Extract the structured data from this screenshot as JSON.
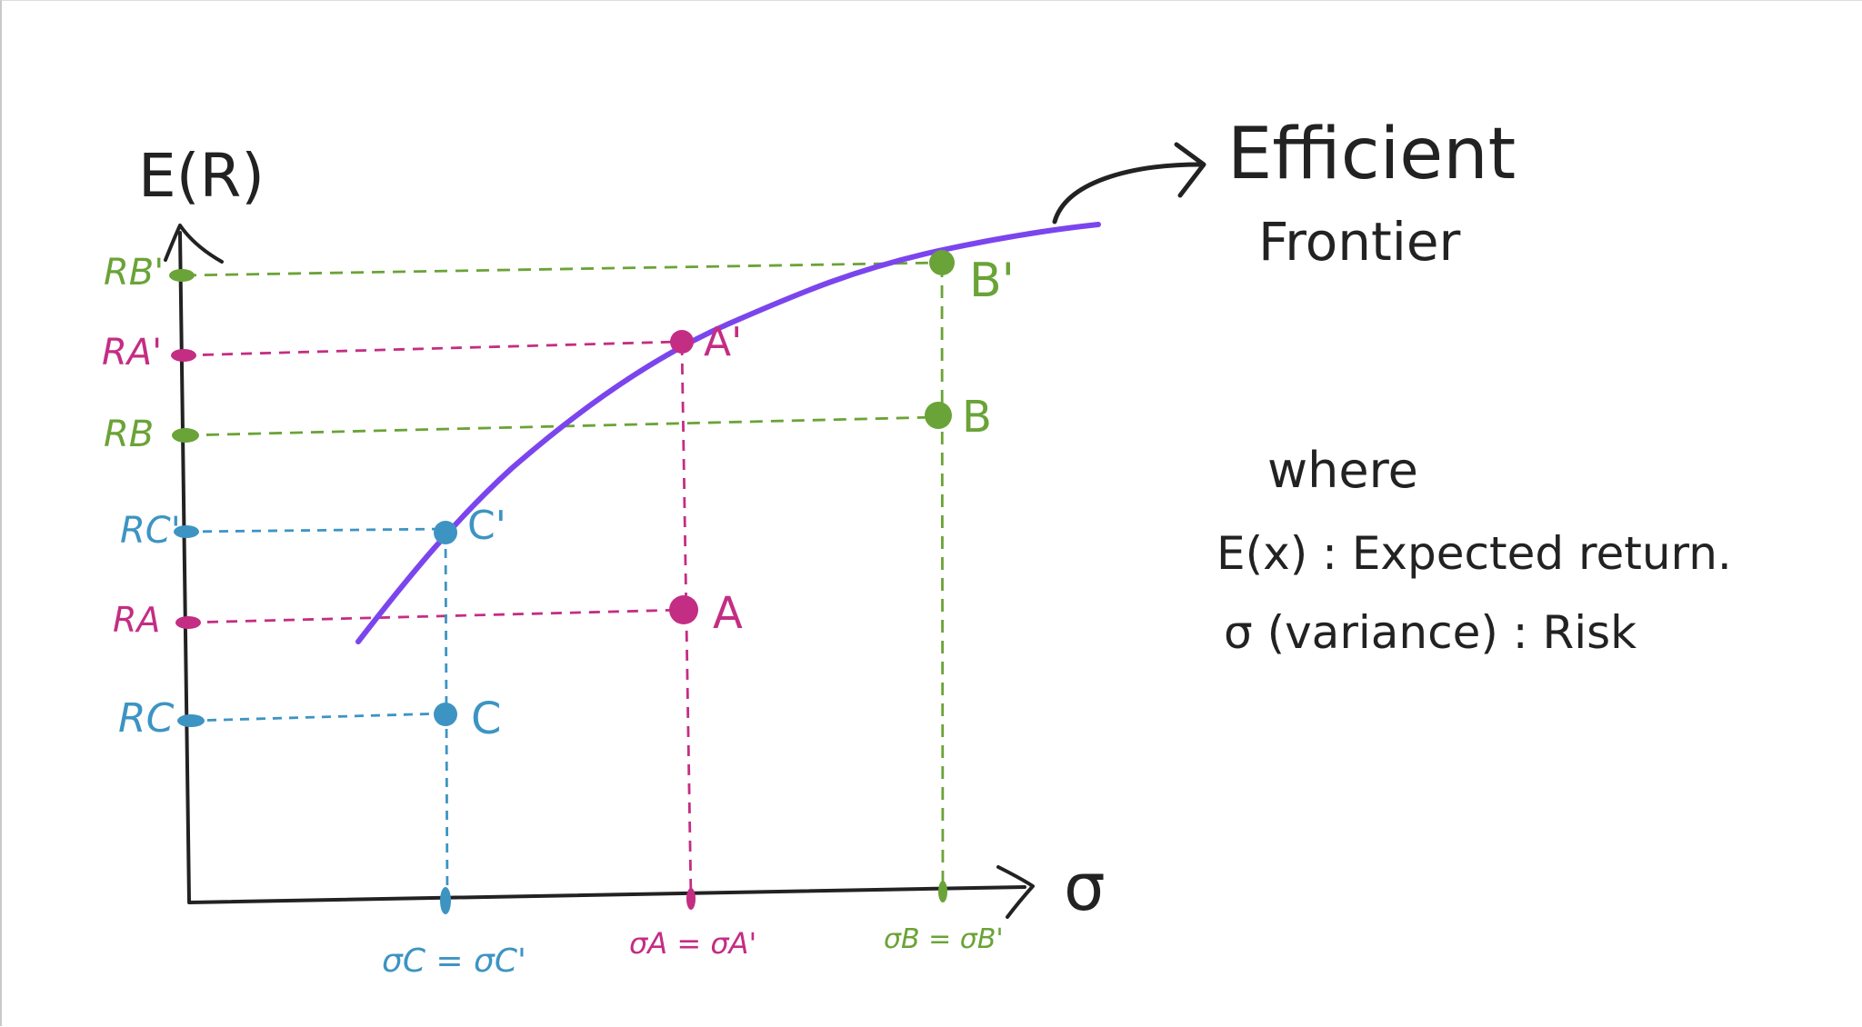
{
  "axes": {
    "y_label": "E(R)",
    "x_label": "σ"
  },
  "frontier": {
    "label_line1": "Efficient",
    "label_line2": "Frontier"
  },
  "points": [
    {
      "name": "A",
      "color": "#c42d84"
    },
    {
      "name": "A'",
      "color": "#c42d84"
    },
    {
      "name": "B",
      "color": "#6aa337"
    },
    {
      "name": "B'",
      "color": "#6aa337"
    },
    {
      "name": "C",
      "color": "#3d94c3"
    },
    {
      "name": "C'",
      "color": "#3d94c3"
    }
  ],
  "y_ticks": [
    "RB'",
    "RA'",
    "RB",
    "RC'",
    "RA",
    "RC"
  ],
  "x_ticks": [
    "σC = σC'",
    "σA = σA'",
    "σB = σB'"
  ],
  "legend": {
    "heading": "where",
    "line1": "E(x) : Expected return.",
    "line2": "σ (variance) : Risk"
  },
  "colors": {
    "frontier": "#7b45ee",
    "axis": "#222222",
    "group_a": "#c42d84",
    "group_b": "#6aa337",
    "group_c": "#3d94c3"
  }
}
